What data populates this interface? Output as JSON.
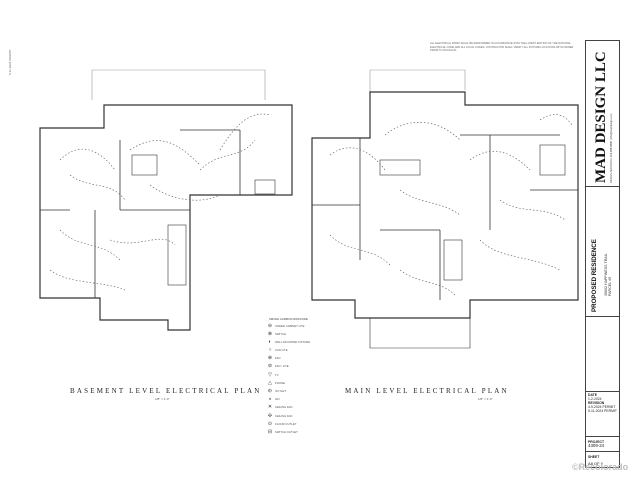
{
  "plans": {
    "basement_title": "BASEMENT LEVEL ELECTRICAL PLAN",
    "main_title": "MAIN LEVEL ELECTRICAL PLAN",
    "scale_note": "1/8\" = 1'-0\""
  },
  "date_stamp": "5-11-2024 PERMIT",
  "notes_text": "ALL ELECTRICAL WORK SHALL BE PERFORMED IN ACCORDANCE WITH THE LATEST EDITION OF THE NATIONAL ELECTRICAL CODE AND ALL LOCAL CODES. CONTRACTOR SHALL VERIFY ALL FIXTURE LOCATIONS WITH OWNER PRIOR TO ROUGH-IN.",
  "legend": {
    "header": "SMOKE CARBON MONOXIDE",
    "items": [
      {
        "symbol": "⊖",
        "label": "UNDER CABINET LITE"
      },
      {
        "symbol": "⊗",
        "label": "SWITCH"
      },
      {
        "symbol": "◐",
        "label": "WALL MOUNTED FIXTURE"
      },
      {
        "symbol": "○",
        "label": "CAN LITE"
      },
      {
        "symbol": "⊕",
        "label": "FAN"
      },
      {
        "symbol": "⊘",
        "label": "FAN / LITE"
      },
      {
        "symbol": "▽",
        "label": "TV"
      },
      {
        "symbol": "△",
        "label": "PHONE"
      },
      {
        "symbol": "⦶",
        "label": "OUTLET"
      },
      {
        "symbol": "◒",
        "label": "GFI"
      },
      {
        "symbol": "✕",
        "label": "CEILING FAN"
      },
      {
        "symbol": "✣",
        "label": "CEILING FAN"
      },
      {
        "symbol": "⊙",
        "label": "FLOOR OUTLET"
      },
      {
        "symbol": "⊟",
        "label": "SWITCH OUTLET"
      }
    ]
  },
  "title_block": {
    "company": "MAD DESIGN LLC",
    "contact": "DESIGN SERVICES  |  303-888-8888  |  info@maddesign.com",
    "project_title": "PROPOSED RESIDENCE",
    "address_line": "35602 HAPPINESS TRAIL",
    "parcel_line": "PARCEL 49",
    "date_label": "DATE",
    "date_value": "1-2-2024",
    "revision_label": "REVISION",
    "revision_lines": [
      "4-9-2024  PERMIT",
      "5-11-2024  PERMIT"
    ],
    "project_label": "PROJECT",
    "project_number": "4309-24",
    "sheet_label": "SHEET",
    "sheet_number": "A8 OF 9"
  },
  "watermark": "©Recolorado"
}
